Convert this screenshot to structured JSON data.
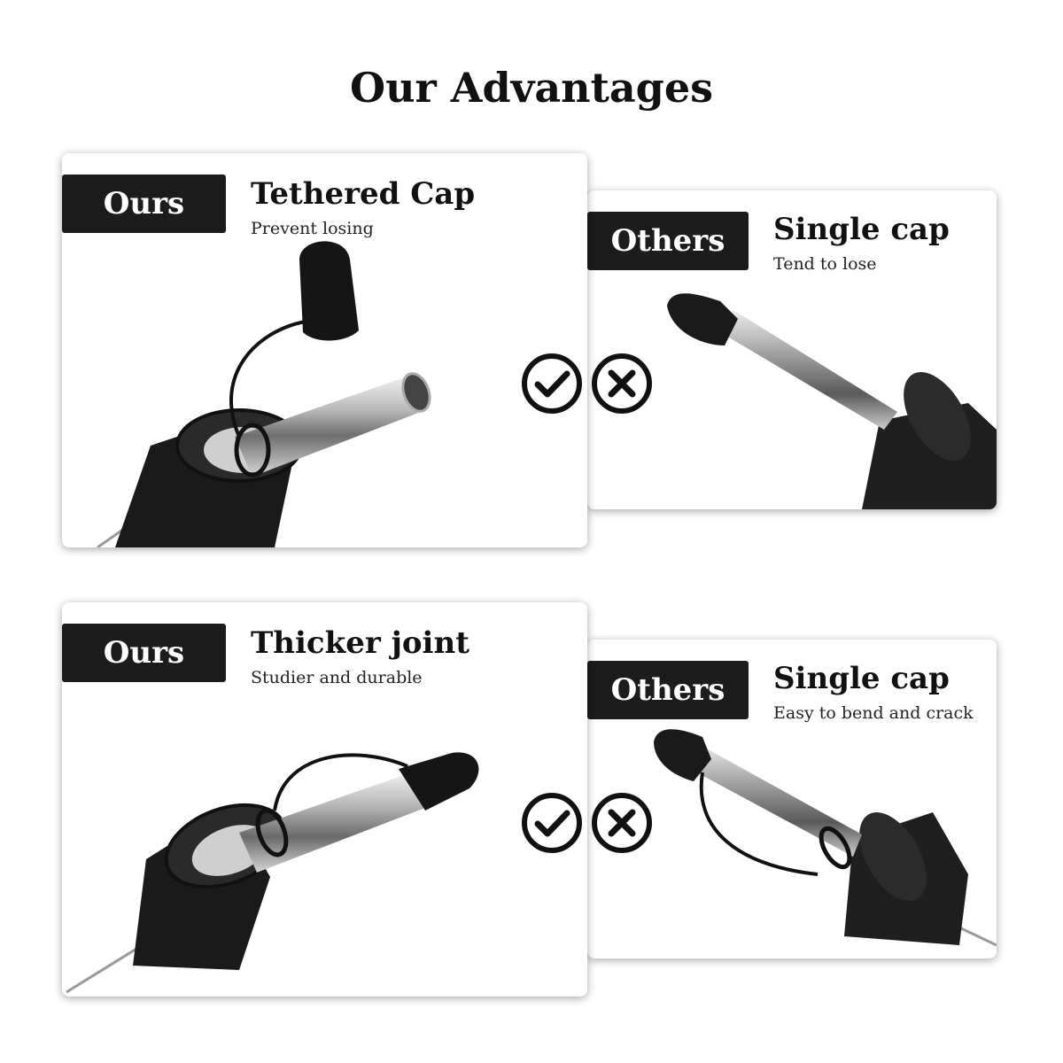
{
  "page": {
    "title": "Our Advantages"
  },
  "comparisons": [
    {
      "ours": {
        "badge": "Ours",
        "title": "Tethered Cap",
        "subtitle": "Prevent losing"
      },
      "others": {
        "badge": "Others",
        "title": "Single cap",
        "subtitle": "Tend to lose"
      }
    },
    {
      "ours": {
        "badge": "Ours",
        "title": "Thicker joint",
        "subtitle": "Studier and durable"
      },
      "others": {
        "badge": "Others",
        "title": "Single cap",
        "subtitle": "Easy to bend and crack"
      }
    }
  ],
  "icons": {
    "good": "check-circle-icon",
    "bad": "x-circle-icon"
  }
}
